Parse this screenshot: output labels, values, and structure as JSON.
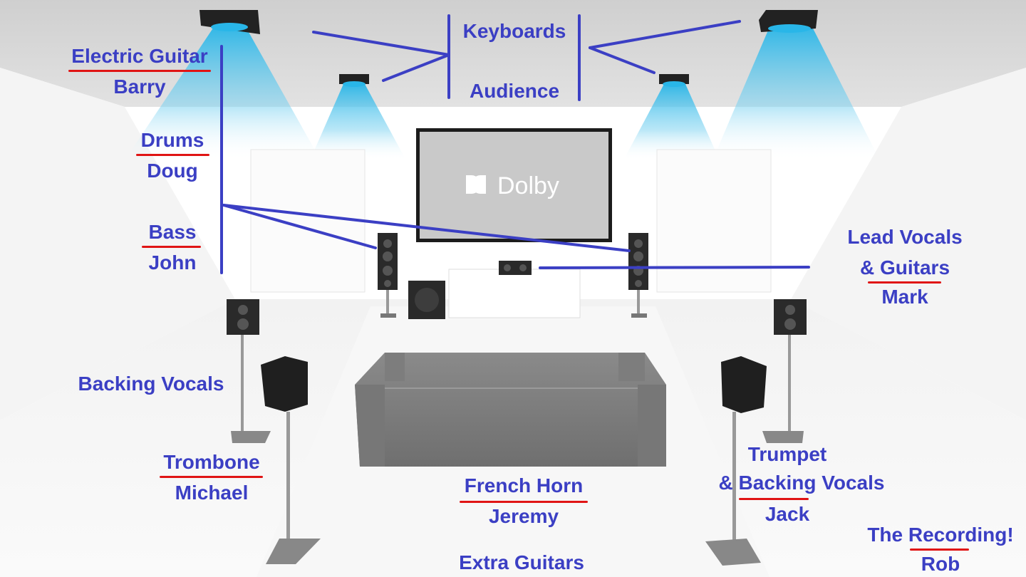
{
  "screen": {
    "logo_text": "Dolby"
  },
  "labels": {
    "keyboards": "Keyboards",
    "audience": "Audience",
    "electric_guitar": "Electric Guitar",
    "barry": "Barry",
    "drums": "Drums",
    "doug": "Doug",
    "bass": "Bass",
    "john": "John",
    "lead_vocals": "Lead Vocals",
    "and_guitars": "& Guitars",
    "mark": "Mark",
    "backing_vocals": "Backing Vocals",
    "trombone": "Trombone",
    "michael": "Michael",
    "french_horn": "French Horn",
    "jeremy": "Jeremy",
    "extra_guitars": "Extra Guitars",
    "trumpet": "Trumpet",
    "and_backing_vocals": "& Backing Vocals",
    "jack": "Jack",
    "the_recording": "The Recording!",
    "rob": "Rob"
  },
  "colors": {
    "label": "#3b3fc4",
    "underline": "#e01414",
    "beam": "#29b6e8",
    "line": "#3b3fc4"
  }
}
